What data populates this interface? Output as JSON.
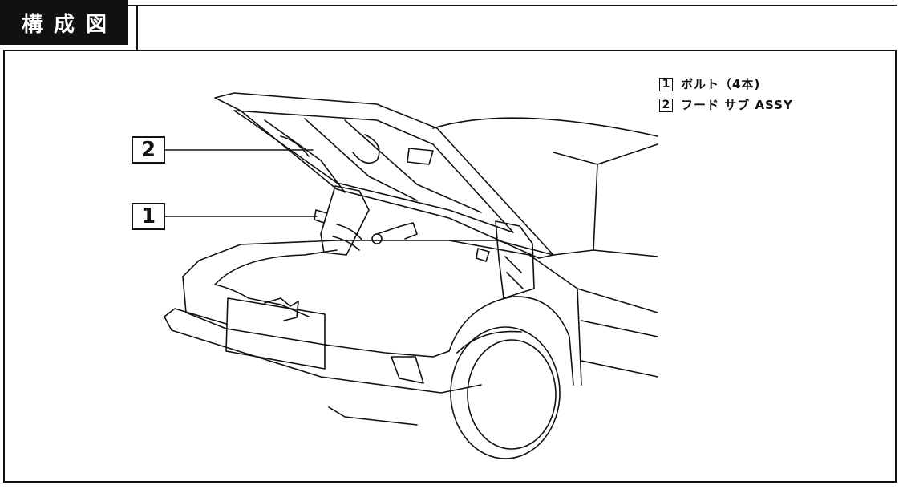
{
  "title": "構成図",
  "legend": [
    {
      "num": "1",
      "label": "ボルト（4本)"
    },
    {
      "num": "2",
      "label": "フード サブ ASSY"
    }
  ],
  "callouts": {
    "one": "1",
    "two": "2"
  }
}
